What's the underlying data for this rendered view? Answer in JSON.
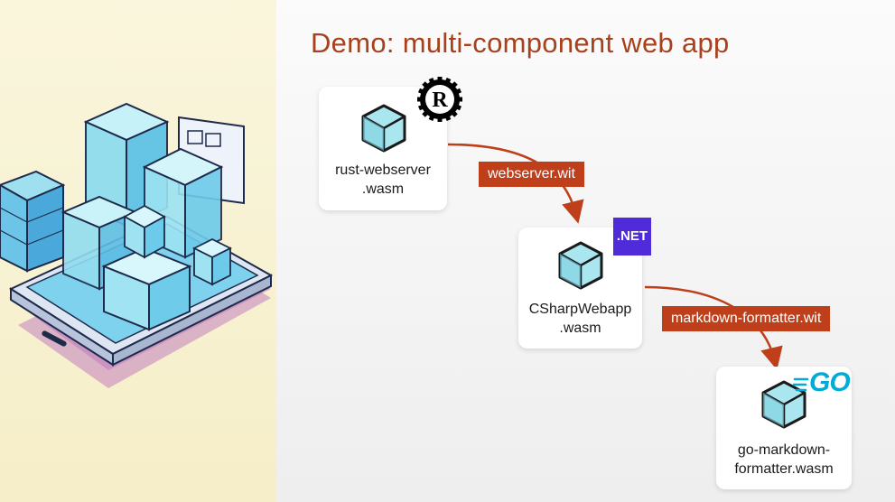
{
  "slide": {
    "title": "Demo: multi-component web app"
  },
  "components": [
    {
      "line1": "rust-webserver",
      "line2": ".wasm",
      "logo": "rust-logo-icon"
    },
    {
      "line1": "CSharpWebapp",
      "line2": ".wasm",
      "logo": "dotnet-logo-icon",
      "logo_text": ".NET"
    },
    {
      "line1": "go-markdown-",
      "line2": "formatter.wasm",
      "logo": "go-logo-icon",
      "logo_text": "GO"
    }
  ],
  "interfaces": [
    {
      "label": "webserver.wit"
    },
    {
      "label": "markdown-formatter.wit"
    }
  ],
  "colors": {
    "title": "#a8401c",
    "wit_box": "#bf3f1b",
    "arrow": "#bf3f1b",
    "cube_face": "#a9e6ef",
    "dotnet": "#4f2bd9",
    "go": "#00acd7"
  }
}
